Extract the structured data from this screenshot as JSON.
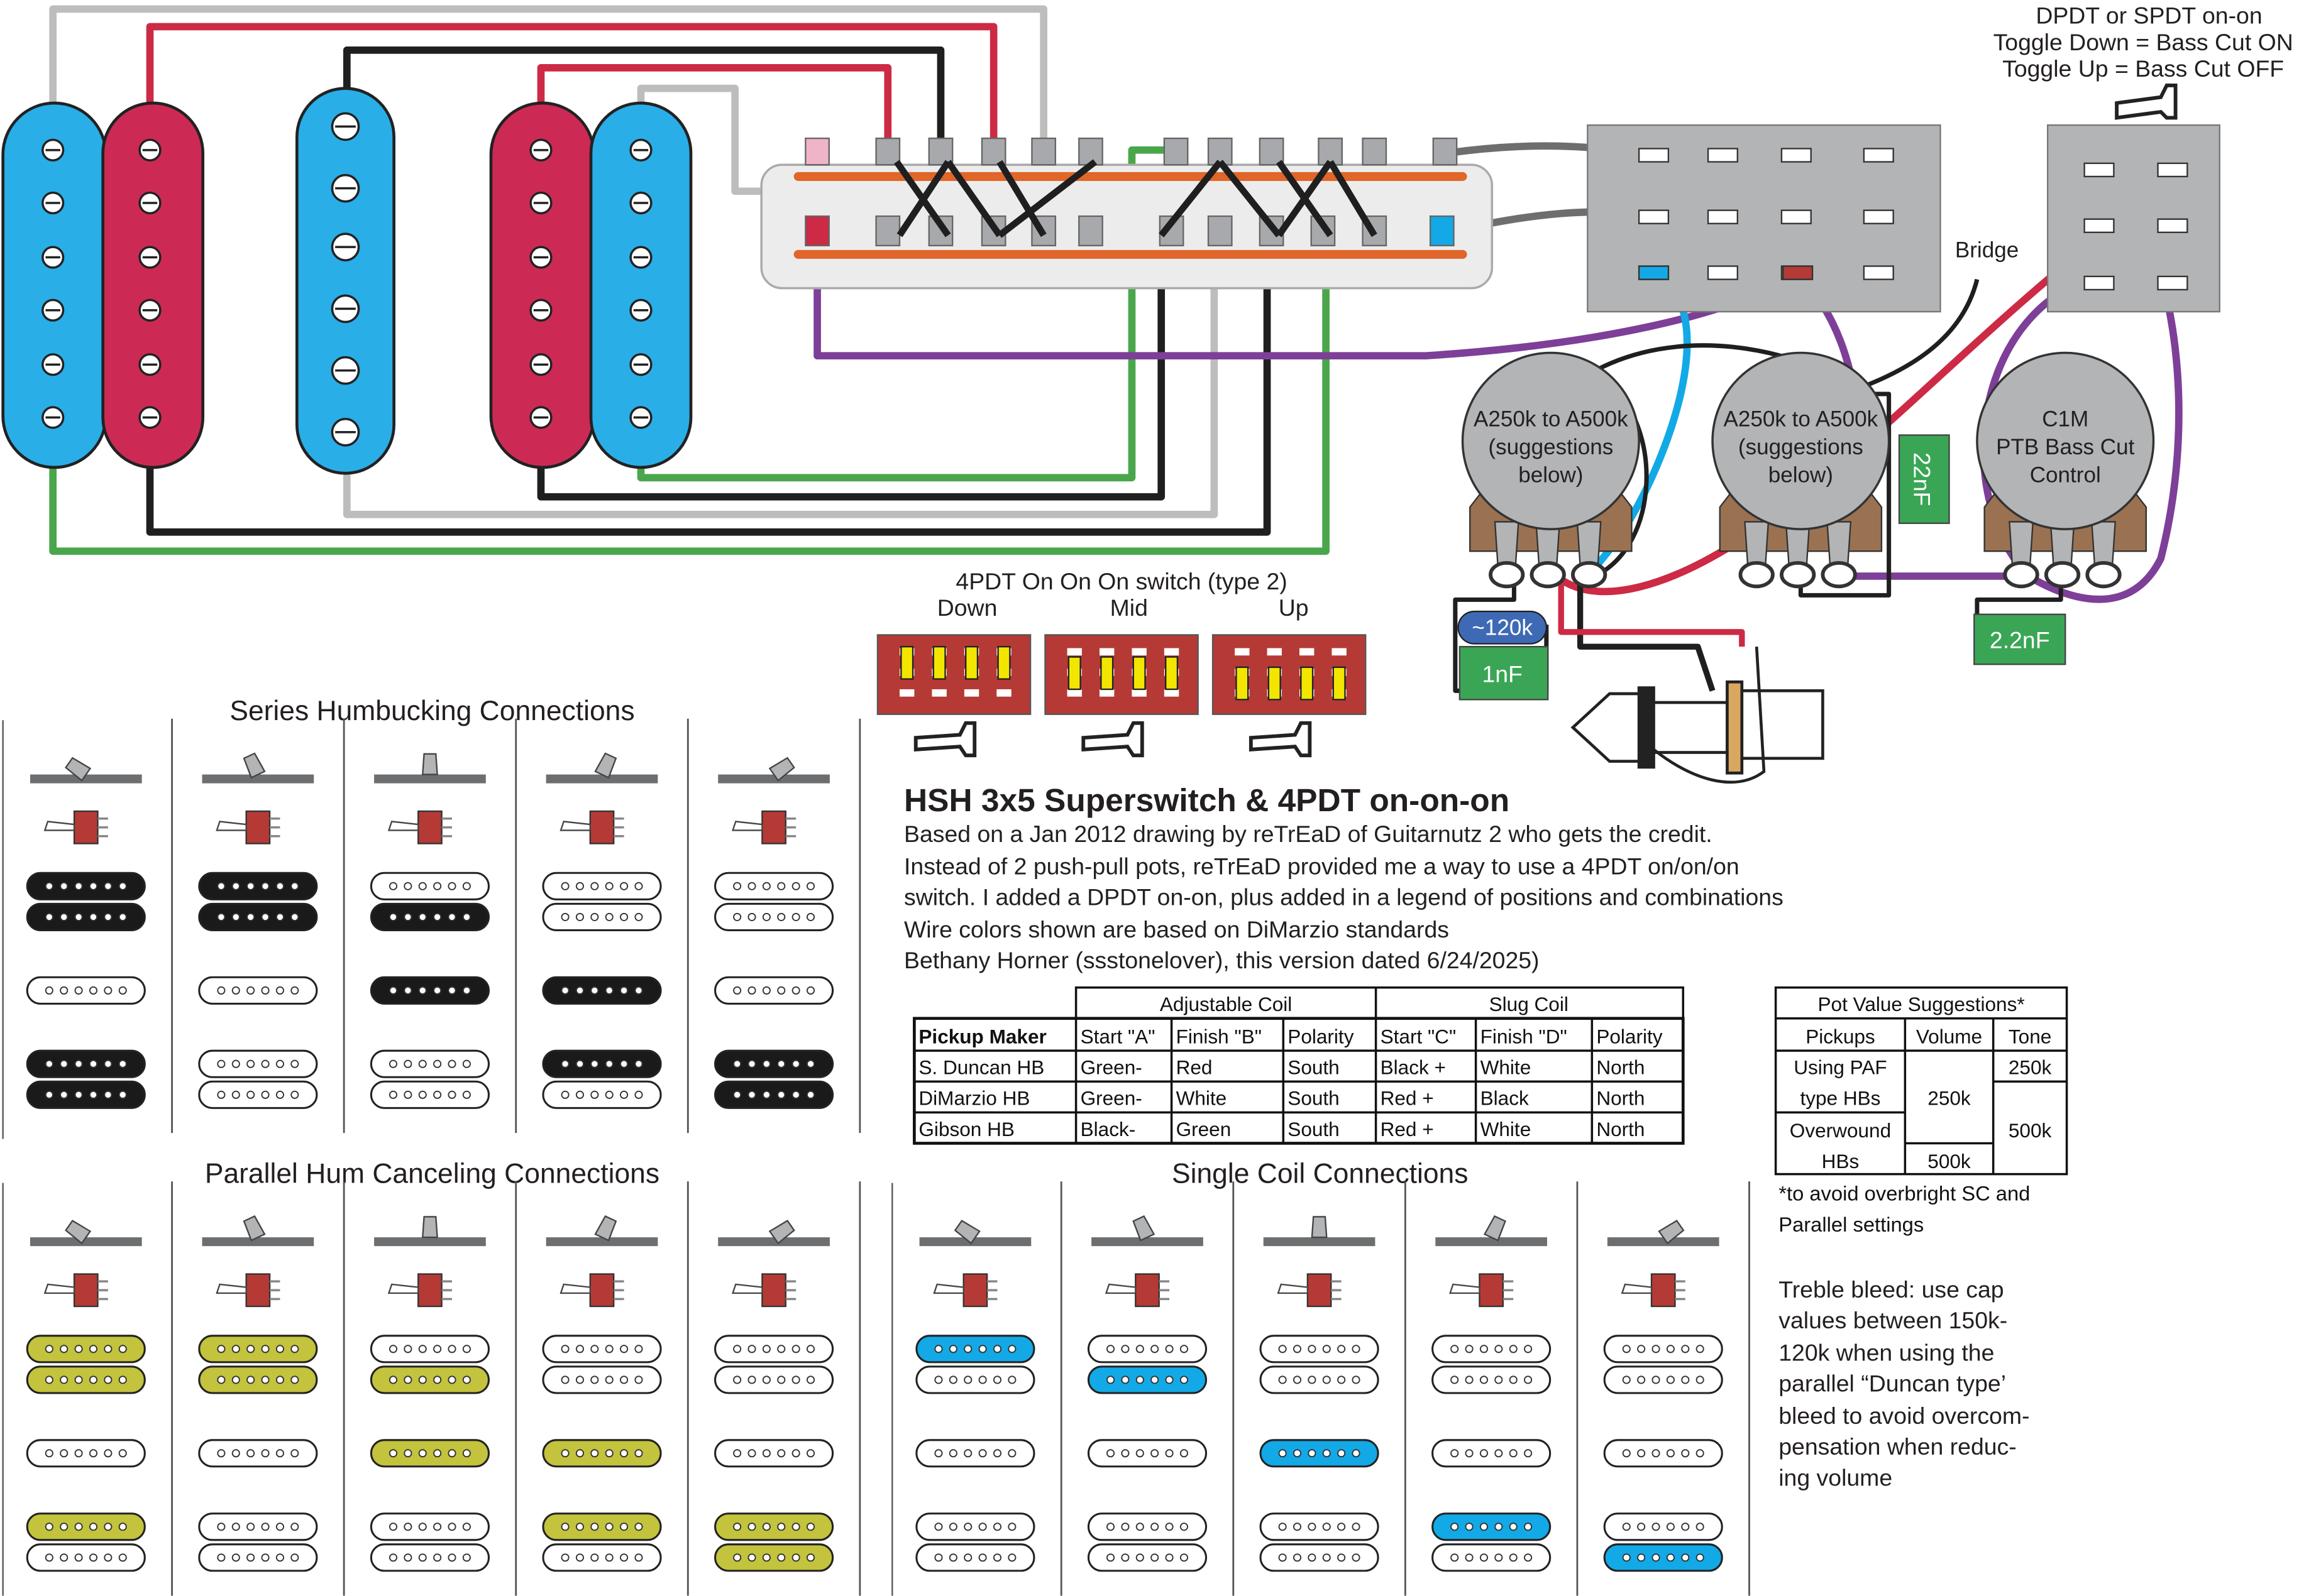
{
  "colors": {
    "pickup_blue": "#29aee8",
    "pickup_red": "#cc2a55",
    "series_black": "#1a1a1a",
    "parallel_green": "#c3c33d",
    "single_blue": "#12a9e6",
    "cap_green": "#3aa655",
    "resistor_blue": "#3e6ab5",
    "pot_gray": "#b2b4b6",
    "lug_brown": "#9a7252",
    "switch_red": "#b53a35"
  },
  "top_note": {
    "line1": "DPDT  or SPDT on-on",
    "line2": "Toggle Down = Bass Cut ON",
    "line3": "Toggle Up = Bass Cut OFF"
  },
  "bridge_label": "Bridge",
  "pots": [
    {
      "line1": "A250k to A500k",
      "line2": "(suggestions",
      "line3": "below)"
    },
    {
      "line1": "A250k to A500k",
      "line2": "(suggestions",
      "line3": "below)"
    },
    {
      "line1": "C1M",
      "line2": "PTB Bass Cut",
      "line3": "Control"
    }
  ],
  "caps": {
    "c22": "22nF",
    "c22b": "2.2nF",
    "c1": "1nF",
    "res": "~120k"
  },
  "switch4pdt": {
    "title": "4PDT On On On switch (type 2)",
    "positions": [
      "Down",
      "Mid",
      "Up"
    ]
  },
  "headline": "HSH 3x5  Superswitch & 4PDT on-on-on",
  "description": [
    "Based on a Jan 2012 drawing by reTrEaD of Guitarnutz 2 who gets the credit.",
    "Instead of 2 push-pull pots, reTrEaD provided me a way to use a 4PDT on/on/on",
    "switch. I added a DPDT on-on,  plus added in a legend of positions and combinations",
    "Wire colors shown are based on DiMarzio standards",
    "Bethany Horner (ssstonelover), this version dated  6/24/2025)"
  ],
  "sections": {
    "series": "Series Humbucking Connections",
    "parallel": "Parallel Hum Canceling Connections",
    "single": "Single Coil Connections"
  },
  "pickup_table": {
    "group_headers": [
      "Adjustable Coil",
      "Slug Coil"
    ],
    "headers": [
      "Pickup Maker",
      "Start \"A\"",
      "Finish \"B\"",
      "Polarity",
      "Start \"C\"",
      "Finish \"D\"",
      "Polarity"
    ],
    "rows": [
      [
        "S. Duncan HB",
        "Green-",
        "Red",
        "South",
        "Black +",
        "White",
        "North"
      ],
      [
        "DiMarzio HB",
        "Green-",
        "White",
        "South",
        "Red +",
        "Black",
        "North"
      ],
      [
        "Gibson HB",
        "Black-",
        "Green",
        "South",
        "Red +",
        "White",
        "North"
      ]
    ]
  },
  "pot_table": {
    "title": "Pot Value Suggestions*",
    "headers": [
      "Pickups",
      "Volume",
      "Tone"
    ],
    "paf_1": "Using PAF",
    "paf_2": "type HBs",
    "over_1": "Overwound",
    "over_2": "HBs",
    "vol_paf": "250k",
    "vol_over": "500k",
    "tone_paf": "250k",
    "tone_over": "500k",
    "footnote_1": "*to avoid overbright SC and",
    "footnote_2": "Parallel settings"
  },
  "treble_bleed": [
    "Treble bleed:  use cap",
    "values between 150k-",
    "120k when using the",
    "parallel “Duncan type’",
    "bleed to avoid overcom-",
    "pensation when reduc-",
    "ing volume"
  ],
  "legend": {
    "coil_order": [
      "neck_top",
      "neck_bottom",
      "middle",
      "bridge_top",
      "bridge_bottom"
    ],
    "lever_positions": [
      1,
      2,
      3,
      4,
      5
    ],
    "series": [
      [
        1,
        1,
        0,
        1,
        1
      ],
      [
        1,
        1,
        0,
        0,
        0
      ],
      [
        0,
        1,
        1,
        0,
        0
      ],
      [
        0,
        0,
        1,
        1,
        0
      ],
      [
        0,
        0,
        0,
        1,
        1
      ]
    ],
    "parallel": [
      [
        1,
        1,
        0,
        1,
        0
      ],
      [
        1,
        1,
        0,
        0,
        0
      ],
      [
        0,
        1,
        1,
        0,
        0
      ],
      [
        0,
        0,
        1,
        1,
        0
      ],
      [
        0,
        0,
        0,
        1,
        1
      ]
    ],
    "single": [
      [
        1,
        0,
        0,
        0,
        0
      ],
      [
        0,
        1,
        0,
        0,
        0
      ],
      [
        0,
        0,
        1,
        0,
        0
      ],
      [
        0,
        0,
        0,
        1,
        0
      ],
      [
        0,
        0,
        0,
        0,
        1
      ]
    ]
  }
}
